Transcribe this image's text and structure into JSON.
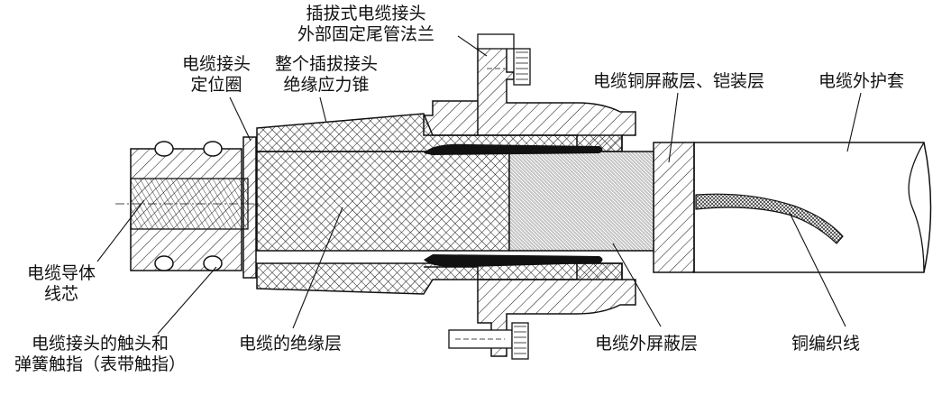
{
  "labels": {
    "flange": [
      "插拔式电缆接头",
      "外部固定尾管法兰"
    ],
    "locating_ring": [
      "电缆接头",
      "定位圈"
    ],
    "stress_cone": [
      "整个插拔接头",
      "绝缘应力锥"
    ],
    "copper_screen_armor": [
      "电缆铜屏蔽层、铠装层"
    ],
    "outer_sheath": [
      "电缆外护套"
    ],
    "conductor": [
      "电缆导体",
      "线芯"
    ],
    "contact_spring": [
      "电缆接头的触头和",
      "弹簧触指（表带触指）"
    ],
    "insulation": [
      "电缆的绝缘层"
    ],
    "outer_screen": [
      "电缆外屏蔽层"
    ],
    "braided_wire": [
      "铜编织线"
    ]
  },
  "colors": {
    "line": "#111111",
    "fill": "#ffffff",
    "dark_band": "#111111"
  }
}
